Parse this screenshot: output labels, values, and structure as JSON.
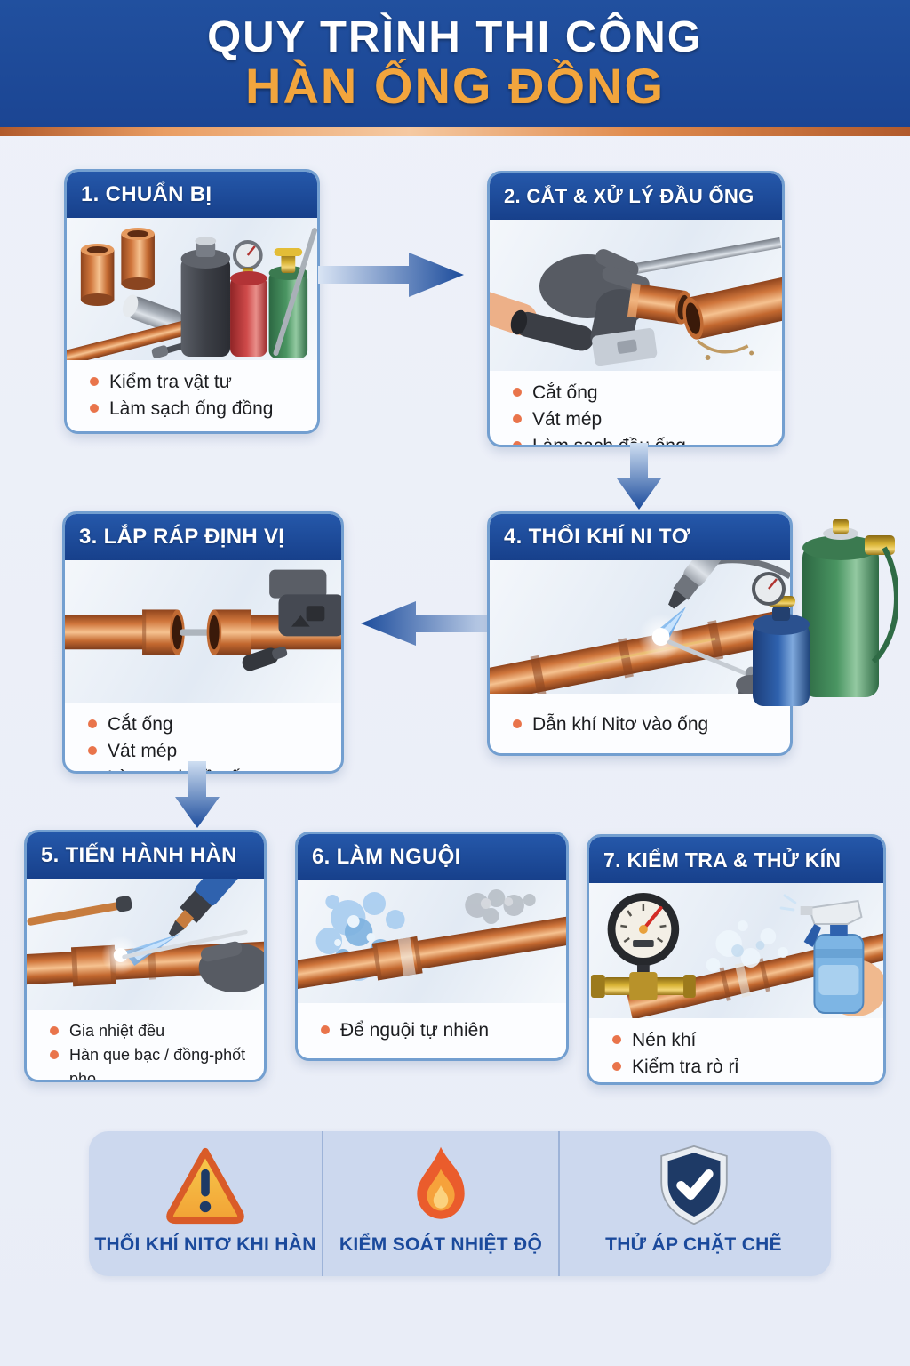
{
  "header": {
    "title_line1": "QUY TRÌNH THI CÔNG",
    "title_line2": "HÀN ỐNG ĐỒNG"
  },
  "steps": [
    {
      "title": "1. CHUẨN BỊ",
      "bullets": [
        "Kiểm tra vật tư",
        "Làm sạch ống đồng"
      ]
    },
    {
      "title": "2. CẮT & XỬ LÝ ĐẦU ỐNG",
      "bullets": [
        "Cắt ống",
        "Vát mép",
        "Làm sạch đầu ống"
      ]
    },
    {
      "title": "3. LẮP RÁP ĐỊNH VỊ",
      "bullets": [
        "Cắt ống",
        "Vát mép",
        "Làm sạch đầu ống"
      ]
    },
    {
      "title": "4. THỔI KHÍ NI TƠ",
      "bullets": [
        "Dẫn khí Nitơ vào ống"
      ]
    },
    {
      "title": "5. TIẾN HÀNH HÀN",
      "bullets": [
        "Gia nhiệt đều",
        "Hàn que bạc / đồng-phốt pho"
      ]
    },
    {
      "title": "6. LÀM NGUỘI",
      "bullets": [
        "Để nguội tự nhiên"
      ]
    },
    {
      "title": "7. KIỂM TRA & THỬ KÍN",
      "bullets": [
        "Nén khí",
        "Kiểm tra rò rỉ"
      ]
    }
  ],
  "footer": {
    "items": [
      {
        "icon": "warning-triangle-icon",
        "label": "THỔI KHÍ NITƠ KHI HÀN"
      },
      {
        "icon": "flame-icon",
        "label": "KIỂM SOÁT NHIỆT ĐỘ"
      },
      {
        "icon": "shield-check-icon",
        "label": "THỬ ÁP CHẶT CHẼ"
      }
    ]
  },
  "colors": {
    "header_bg": "#1d4a99",
    "subtitle_orange": "#f2a53d",
    "copper_bar_dark": "#b15a2c",
    "copper_bar_light": "#f5c9a2",
    "card_header_bg": "#1e4fa0",
    "card_border": "#739fd0",
    "bullet_dot": "#e9744b",
    "arrow_blue": "#1c4c9c",
    "footer_bg": "#ccd8ee",
    "footer_text": "#1b4a9c"
  }
}
